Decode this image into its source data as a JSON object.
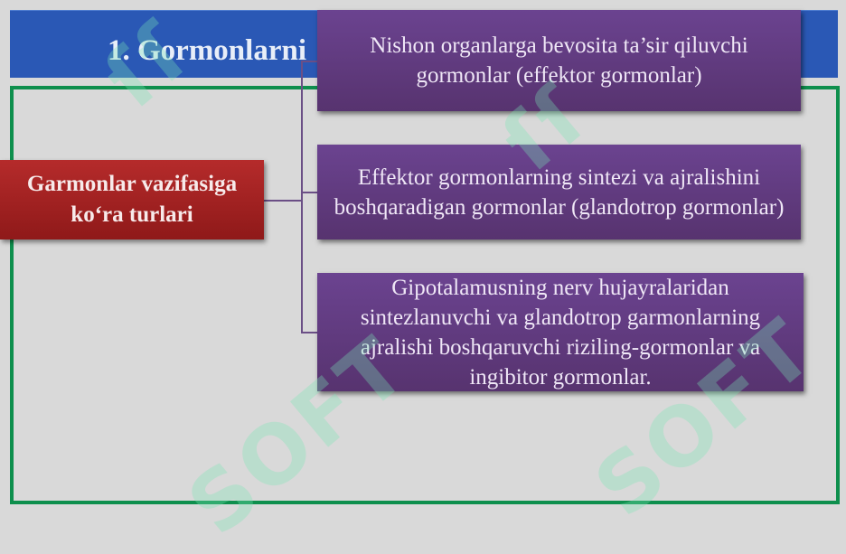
{
  "header": {
    "title": "1. Gormonlarni"
  },
  "diagram": {
    "root_label": "Garmonlar vazifasiga\nko‘ra turlari",
    "branches": [
      {
        "label": "Nishon organlarga bevosita ta’sir qiluvchi gormonlar (effektor gormonlar)"
      },
      {
        "label": "Effektor gormonlarning sintezi va ajralishini boshqaradigan gormonlar (glandotrop gormonlar)"
      },
      {
        "label": "Gipotalamusning nerv hujayralaridan sintezlanuvchi va glandotrop garmonlarning ajralishi boshqaruvchi riziling-gormonlar va ingibitor gormonlar."
      }
    ]
  },
  "watermark": {
    "text": "SOFT"
  },
  "colors": {
    "title_bar": "#2a58b5",
    "frame_border": "#0e8f4d",
    "root_box": "#a32222",
    "branch_box": "#633c82",
    "background": "#d9d9d9"
  }
}
